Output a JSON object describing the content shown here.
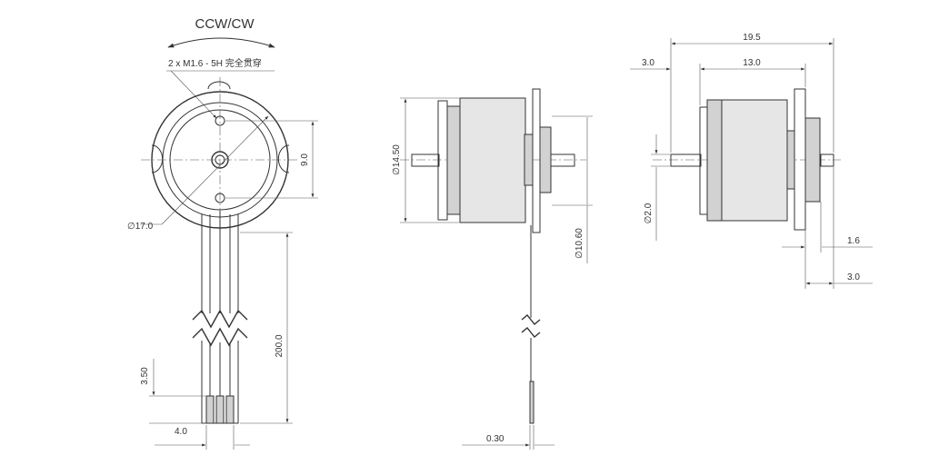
{
  "drawing": {
    "rotation_label": "CCW/CW",
    "thread_note": "2 x  M1.6 - 5H 完全贯穿",
    "front": {
      "outer_diameter": "∅17.0",
      "hole_spacing": "9.0",
      "lead_length": "200.0",
      "terminal_pitch": "3.50",
      "terminal_width": "4.0"
    },
    "side": {
      "body_diameter": "∅14.50",
      "flange_diameter": "∅10.60",
      "lead_thickness": "0.30"
    },
    "right": {
      "total_length": "19.5",
      "shaft_offset": "3.0",
      "body_length": "13.0",
      "shaft_diameter": "∅2.0",
      "flange_thickness": "1.6",
      "shaft_extension": "3.0"
    }
  }
}
